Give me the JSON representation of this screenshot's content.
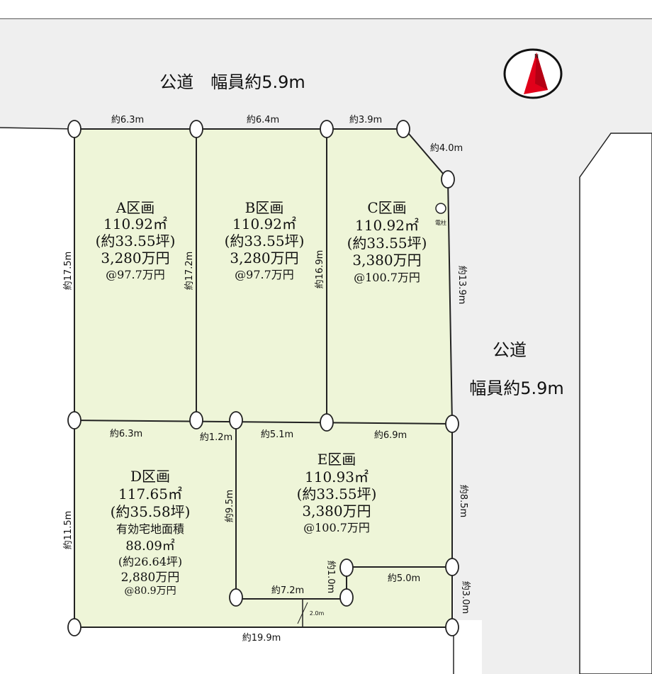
{
  "roads": {
    "north": "公道　幅員約5.9m",
    "east_line1": "公道",
    "east_line2": "幅員約5.9m"
  },
  "compass": {
    "letter": "N"
  },
  "pole_label": "電柱",
  "lots": {
    "A": {
      "name": "A区画",
      "area": "110.92㎡",
      "tsubo": "(約33.55坪)",
      "price": "3,280万円",
      "unit": "@97.7万円"
    },
    "B": {
      "name": "B区画",
      "area": "110.92㎡",
      "tsubo": "(約33.55坪)",
      "price": "3,280万円",
      "unit": "@97.7万円"
    },
    "C": {
      "name": "C区画",
      "area": "110.92㎡",
      "tsubo": "(約33.55坪)",
      "price": "3,380万円",
      "unit": "@100.7万円"
    },
    "D": {
      "name": "D区画",
      "area": "117.65㎡",
      "tsubo": "(約35.58坪)",
      "eff_label": "有効宅地面積",
      "eff_area": "88.09㎡",
      "eff_tsubo": "(約26.64坪)",
      "price": "2,880万円",
      "unit": "@80.9万円"
    },
    "E": {
      "name": "E区画",
      "area": "110.93㎡",
      "tsubo": "(約33.55坪)",
      "price": "3,380万円",
      "unit": "@100.7万円"
    }
  },
  "dims": {
    "top_a": "約6.3m",
    "top_b": "約6.4m",
    "top_c": "約3.9m",
    "corner": "約4.0m",
    "east_upper": "約13.9m",
    "west_a": "約17.5m",
    "ab_line": "約17.2m",
    "bc_line": "約16.9m",
    "mid_d": "約6.3m",
    "mid_small": "約1.2m",
    "mid_b": "約5.1m",
    "mid_c": "約6.9m",
    "east_e": "約8.5m",
    "west_d": "約11.5m",
    "de_line": "約9.5m",
    "step_v": "約1.0m",
    "step_right": "約5.0m",
    "step_bottom": "約7.2m",
    "east_lower": "約3.0m",
    "bottom": "約19.9m",
    "small_2": "2.0m"
  }
}
